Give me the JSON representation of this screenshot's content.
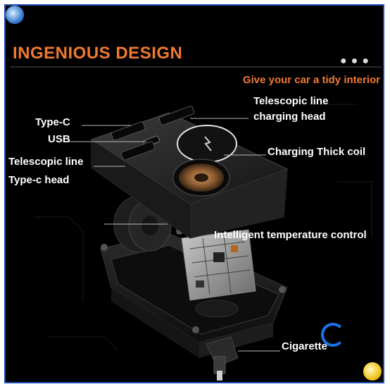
{
  "title": "INGENIOUS DESIGN",
  "tagline": "Give your car a tidy interior",
  "labels": {
    "type_c": "Type-C",
    "usb": "USB",
    "telescopic_line_1": "Telescopic line",
    "type_c_head": "Type-c head",
    "telescopic_line_2": "Telescopic line",
    "charging_head": "charging head",
    "charging_coil": "Charging Thick coil",
    "temperature": "Intelligent temperature control",
    "cigarette": "Cigarette"
  },
  "colors": {
    "accent": "#f07a32",
    "frame": "#1a4fb8",
    "background": "#000000",
    "spinner": "#1a73e8"
  },
  "icons": {
    "top_left_badge": "globe-icon",
    "bottom_right_badge": "sun-icon",
    "menu_dots": "more-dots-icon",
    "loading": "loading-spinner-icon"
  }
}
